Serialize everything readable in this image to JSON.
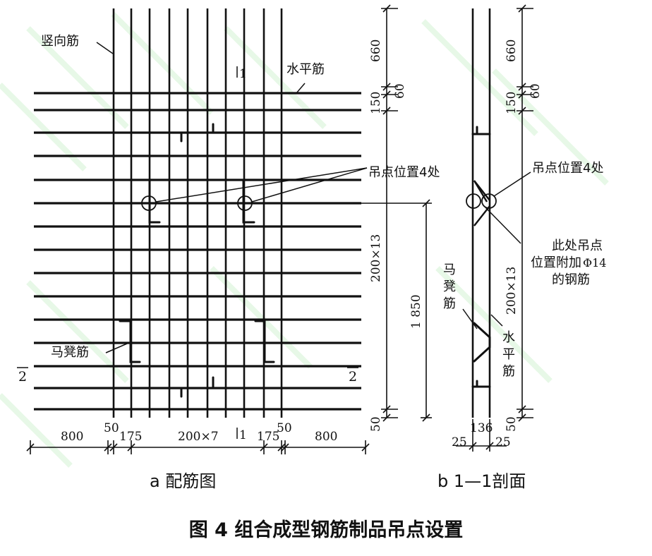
{
  "labels": {
    "vertical_bar": "竖向筋",
    "horizontal_bar": "水平筋",
    "lift_point": "吊点位置4处",
    "lift_point_right": "吊点位置4处",
    "chair_bar": "马凳筋",
    "section_mark_top": "1",
    "section_mark_bottom": "1",
    "cut_left": "2",
    "cut_right": "2",
    "right_note_1": "此处吊点",
    "right_note_2": "位置附加",
    "right_note_rebar": "Φ14",
    "right_note_3": "的钢筋",
    "right_chair": [
      "马",
      "凳",
      "筋"
    ],
    "right_horizontal": [
      "水",
      "平",
      "筋"
    ]
  },
  "dims_left": {
    "d660": "660",
    "d60": "60",
    "d150": "150",
    "d200x13": "200×13",
    "d1850": "1 850",
    "d50": "50",
    "bottom_800_left": "800",
    "bottom_50_left": "50",
    "bottom_175_left": "175",
    "bottom_200x7": "200×7",
    "bottom_175_right": "175",
    "bottom_50_right": "50",
    "bottom_800_right": "800"
  },
  "dims_right": {
    "d660": "660",
    "d60": "60",
    "d150": "150",
    "d200x13": "200×13",
    "d50": "50",
    "d136": "136",
    "d25_left": "25",
    "d25_right": "25"
  },
  "captions": {
    "a": "a  配筋图",
    "b": "b  1—1剖面",
    "figure": "图 4    组合成型钢筋制品吊点设置"
  }
}
